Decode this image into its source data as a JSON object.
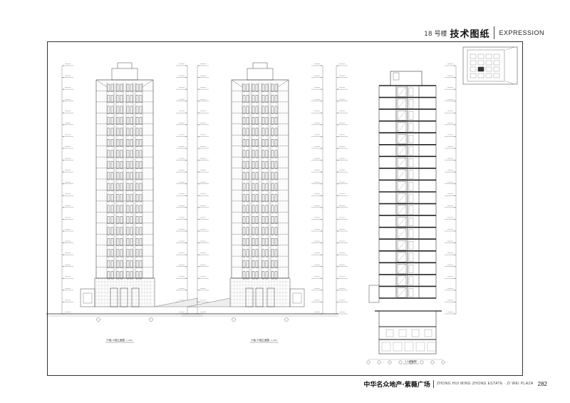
{
  "header": {
    "building": "18 号楼",
    "title_cn": "技术图纸",
    "title_en": "EXPRESSION"
  },
  "drawings": {
    "elevation_1": {
      "label": "⑪轴-①轴立面图",
      "scale": "1:200"
    },
    "elevation_2": {
      "label": "①轴-⑪轴立面图",
      "scale": "1:200"
    },
    "section": {
      "label": "1-1剖面图"
    }
  },
  "footer": {
    "company_cn": "中华名众地产·紫薇广场",
    "company_en": "ZHONG HUI MING ZHONG ESTATE · ZI WEI PLAZA",
    "page": "282"
  }
}
